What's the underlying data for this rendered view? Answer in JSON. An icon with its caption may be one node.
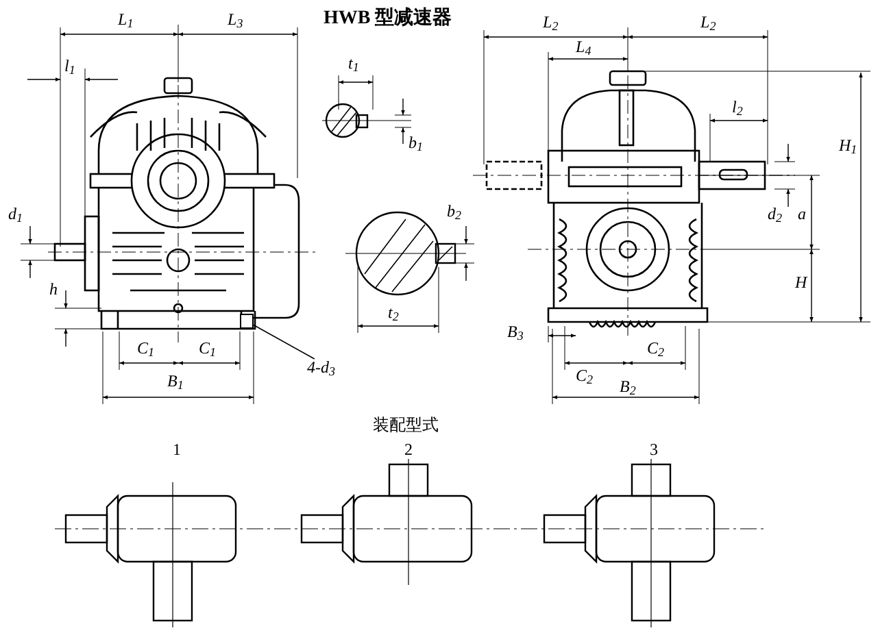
{
  "diagram": {
    "title": "HWB 型减速器",
    "nodes": [
      {
        "text": [
          "4-d$_{3}$"
        ]
      },
      {
        "text": [],
        "shape": "box"
      }
    ],
    "edges": [
      {
        "from": 0,
        "to": 1,
        "arrow": "none"
      }
    ],
    "labels": [
      "L$_{1}$",
      "L$_{3}$",
      "L$_{2}$",
      "L$_{2}$",
      "l$_{1}$",
      "L$_{4}$",
      "t$_{1}$",
      "l$_{2}$",
      "b$_{1}$",
      "d$_{1}$",
      "b$_{2}$",
      "d$_{2}$",
      "a",
      "H$_{1}$",
      "H",
      "h",
      "t$_{2}$",
      "B$_{3}$",
      "C$_{1}$",
      "C$_{1}$",
      "C$_{2}$",
      "C$_{2}$",
      "B$_{1}$",
      "B$_{2}$",
      "装配型式",
      "1",
      "2",
      "3"
    ]
  }
}
